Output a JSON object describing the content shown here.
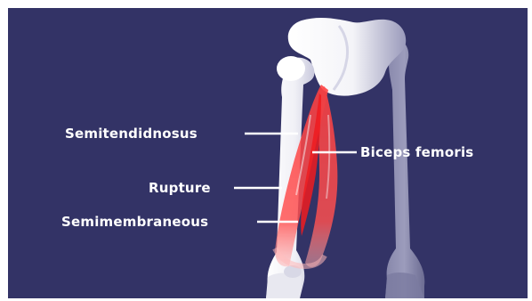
{
  "diagram": {
    "colors": {
      "background": "#333366",
      "bone_light": "#f4f4f8",
      "bone_shade": "#8f8fb0",
      "muscle": "#e8231f",
      "label_text": "#ffffff",
      "leader_line": "#ffffff"
    },
    "labels": {
      "semitendinosus": "Semitendidnosus",
      "biceps_femoris": "Biceps femoris",
      "rupture": "Rupture",
      "semimembranosus": "Semimembraneous"
    }
  }
}
